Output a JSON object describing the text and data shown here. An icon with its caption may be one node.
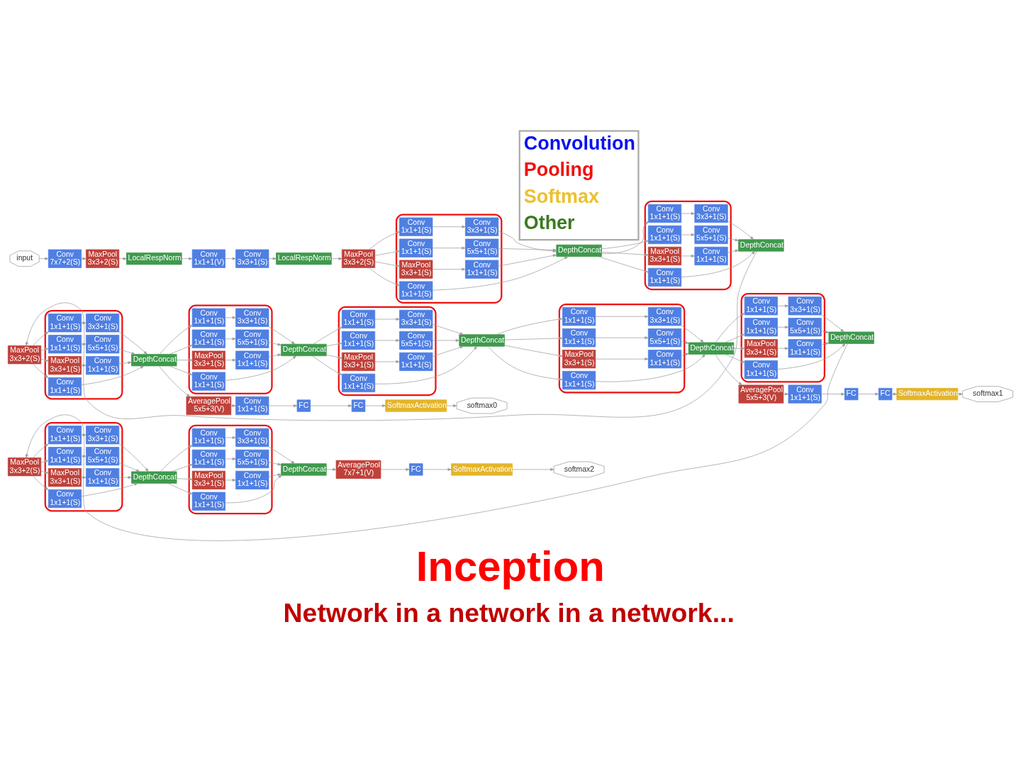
{
  "diagram": {
    "title": "Inception",
    "caption": "Network in a network in a network...",
    "nodes": [
      {
        "text": [
          "input"
        ]
      },
      {
        "text": [
          "Conv 7x7+2(S)"
        ]
      },
      {
        "text": [
          "MaxPool 3x3+2(S)"
        ]
      },
      {
        "text": [
          "LocalRespNorm"
        ]
      },
      {
        "text": [
          "Conv 1x1+1(V)"
        ]
      },
      {
        "text": [
          "Conv 3x3+1(S)"
        ]
      },
      {
        "text": [
          "LocalRespNorm"
        ]
      },
      {
        "text": [
          "MaxPool 3x3+2(S)"
        ]
      },
      {
        "text": [],
        "shape": "ellipse"
      },
      {
        "text": [
          "Conv 1x1+1(S)"
        ],
        "in": 8
      },
      {
        "text": [
          "Conv 1x1+1(S)"
        ],
        "in": 8
      },
      {
        "text": [
          "Conv 3x3+1(S)"
        ],
        "in": 8
      },
      {
        "text": [
          "Conv 1x1+1(S)"
        ],
        "in": 8
      },
      {
        "text": [
          "Conv 5x5+1(S)"
        ],
        "in": 8
      },
      {
        "text": [
          "MaxPool 3x3+1(S)"
        ],
        "in": 8
      },
      {
        "text": [
          "Conv 1x1+1(S)"
        ],
        "in": 8
      },
      {
        "text": [
          "DepthConcat"
        ]
      },
      {
        "text": [],
        "shape": "ellipse"
      },
      {
        "text": [
          "Conv 1x1+1(S)"
        ],
        "in": 17
      },
      {
        "text": [
          "Conv 1x1+1(S)"
        ],
        "in": 17
      },
      {
        "text": [
          "Conv 3x3+1(S)"
        ],
        "in": 17
      },
      {
        "text": [
          "Conv 1x1+1(S)"
        ],
        "in": 17
      },
      {
        "text": [
          "Conv 5x5+1(S)"
        ],
        "in": 17
      },
      {
        "text": [
          "MaxPool 3x3+1(S)"
        ],
        "in": 17
      },
      {
        "text": [
          "Conv 1x1+1(S)"
        ],
        "in": 17
      },
      {
        "text": [
          "DepthConcat"
        ]
      },
      {
        "text": [
          "MaxPool 3x3+2(S)"
        ]
      },
      {
        "text": [],
        "shape": "ellipse"
      },
      {
        "text": [
          "Conv 1x1+1(S)"
        ],
        "in": 27
      },
      {
        "text": [
          "Conv 1x1+1(S)"
        ],
        "in": 27
      },
      {
        "text": [
          "Conv 3x3+1(S)"
        ],
        "in": 27
      },
      {
        "text": [
          "Conv 1x1+1(S)"
        ],
        "in": 27
      },
      {
        "text": [
          "Conv 5x5+1(S)"
        ],
        "in": 27
      },
      {
        "text": [
          "MaxPool 3x3+1(S)"
        ],
        "in": 27
      },
      {
        "text": [
          "Conv 1x1+1(S)"
        ],
        "in": 27
      },
      {
        "text": [
          "DepthConcat"
        ]
      },
      {
        "text": [
          "AveragePool 5x5+3(V)"
        ]
      },
      {
        "text": [
          "Conv 1x1+1(S)"
        ]
      },
      {
        "text": [
          "FC"
        ]
      },
      {
        "text": [
          "FC"
        ]
      },
      {
        "text": [
          "SoftmaxActivation"
        ]
      },
      {
        "text": [
          "softmax0"
        ]
      },
      {
        "text": [],
        "shape": "ellipse"
      },
      {
        "text": [
          "Conv 1x1+1(S)"
        ],
        "in": 42
      },
      {
        "text": [
          "Conv 1x1+1(S)"
        ],
        "in": 42
      },
      {
        "text": [
          "Conv 3x3+1(S)"
        ],
        "in": 42
      },
      {
        "text": [
          "Conv 1x1+1(S)"
        ],
        "in": 42
      },
      {
        "text": [
          "Conv 5x5+1(S)"
        ],
        "in": 42
      },
      {
        "text": [
          "MaxPool 3x3+1(S)"
        ],
        "in": 42
      },
      {
        "text": [
          "Conv 1x1+1(S)"
        ],
        "in": 42
      },
      {
        "text": [
          "DepthConcat"
        ]
      },
      {
        "text": [],
        "shape": "ellipse"
      },
      {
        "text": [
          "Conv 1x1+1(S)"
        ],
        "in": 51
      },
      {
        "text": [
          "Conv 1x1+1(S)"
        ],
        "in": 51
      },
      {
        "text": [
          "Conv 3x3+1(S)"
        ],
        "in": 51
      },
      {
        "text": [
          "Conv 1x1+1(S)"
        ],
        "in": 51
      },
      {
        "text": [
          "Conv 5x5+1(S)"
        ],
        "in": 51
      },
      {
        "text": [
          "MaxPool 3x3+1(S)"
        ],
        "in": 51
      },
      {
        "text": [
          "Conv 1x1+1(S)"
        ],
        "in": 51
      },
      {
        "text": [
          "DepthConcat"
        ]
      },
      {
        "text": [],
        "shape": "ellipse"
      },
      {
        "text": [
          "Conv 1x1+1(S)"
        ],
        "in": 60
      },
      {
        "text": [
          "Conv 1x1+1(S)"
        ],
        "in": 60
      },
      {
        "text": [
          "Conv 3x3+1(S)"
        ],
        "in": 60
      },
      {
        "text": [
          "Conv 1x1+1(S)"
        ],
        "in": 60
      },
      {
        "text": [
          "Conv 5x5+1(S)"
        ],
        "in": 60
      },
      {
        "text": [
          "MaxPool 3x3+1(S)"
        ],
        "in": 60
      },
      {
        "text": [
          "Conv 1x1+1(S)"
        ],
        "in": 60
      },
      {
        "text": [
          "DepthConcat"
        ]
      },
      {
        "text": [
          "AveragePool 5x5+3(V)"
        ]
      },
      {
        "text": [
          "Conv 1x1+1(S)"
        ]
      },
      {
        "text": [
          "FC"
        ]
      },
      {
        "text": [
          "FC"
        ]
      },
      {
        "text": [
          "SoftmaxActivation"
        ]
      },
      {
        "text": [
          "softmax1"
        ]
      },
      {
        "text": [],
        "shape": "ellipse"
      },
      {
        "text": [
          "Conv 1x1+1(S)"
        ],
        "in": 75
      },
      {
        "text": [
          "Conv 1x1+1(S)"
        ],
        "in": 75
      },
      {
        "text": [
          "Conv 3x3+1(S)"
        ],
        "in": 75
      },
      {
        "text": [
          "Conv 1x1+1(S)"
        ],
        "in": 75
      },
      {
        "text": [
          "Conv 5x5+1(S)"
        ],
        "in": 75
      },
      {
        "text": [
          "MaxPool 3x3+1(S)"
        ],
        "in": 75
      },
      {
        "text": [
          "Conv 1x1+1(S)"
        ],
        "in": 75
      },
      {
        "text": [
          "DepthConcat"
        ]
      },
      {
        "text": [
          "MaxPool 3x3+2(S)"
        ]
      },
      {
        "text": [],
        "shape": "ellipse"
      },
      {
        "text": [
          "Conv 1x1+1(S)"
        ],
        "in": 85
      },
      {
        "text": [
          "Conv 1x1+1(S)"
        ],
        "in": 85
      },
      {
        "text": [
          "Conv 3x3+1(S)"
        ],
        "in": 85
      },
      {
        "text": [
          "Conv 1x1+1(S)"
        ],
        "in": 85
      },
      {
        "text": [
          "Conv 5x5+1(S)"
        ],
        "in": 85
      },
      {
        "text": [
          "MaxPool 3x3+1(S)"
        ],
        "in": 85
      },
      {
        "text": [
          "Conv 1x1+1(S)"
        ],
        "in": 85
      },
      {
        "text": [
          "DepthConcat"
        ]
      },
      {
        "text": [],
        "shape": "ellipse"
      },
      {
        "text": [
          "Conv 1x1+1(S)"
        ],
        "in": 94
      },
      {
        "text": [
          "Conv 1x1+1(S)"
        ],
        "in": 94
      },
      {
        "text": [
          "Conv 3x3+1(S)"
        ],
        "in": 94
      },
      {
        "text": [
          "Conv 1x1+1(S)"
        ],
        "in": 94
      },
      {
        "text": [
          "Conv 5x5+1(S)"
        ],
        "in": 94
      },
      {
        "text": [
          "MaxPool 3x3+1(S)"
        ],
        "in": 94
      },
      {
        "text": [
          "Conv 1x1+1(S)"
        ],
        "in": 94
      },
      {
        "text": [
          "DepthConcat"
        ]
      },
      {
        "text": [
          "AveragePool 7x7+1(V)"
        ]
      },
      {
        "text": [
          "FC"
        ]
      },
      {
        "text": [
          "SoftmaxActivation"
        ]
      },
      {
        "text": [
          "softmax2"
        ]
      }
    ],
    "edges": [
      {
        "from": 0,
        "to": 1,
        "arrow": "to"
      },
      {
        "from": 1,
        "to": 2,
        "arrow": "to"
      },
      {
        "from": 2,
        "to": 3,
        "arrow": "to"
      },
      {
        "from": 3,
        "to": 4,
        "arrow": "to"
      },
      {
        "from": 4,
        "to": 5,
        "arrow": "to"
      },
      {
        "from": 5,
        "to": 6,
        "arrow": "to"
      },
      {
        "from": 6,
        "to": 7,
        "arrow": "to"
      },
      {
        "from": 7,
        "to": 9,
        "arrow": "to"
      },
      {
        "from": 7,
        "to": 10,
        "arrow": "to"
      },
      {
        "from": 7,
        "to": 12,
        "arrow": "to"
      },
      {
        "from": 7,
        "to": 14,
        "arrow": "to"
      },
      {
        "from": 10,
        "to": 11,
        "arrow": "to"
      },
      {
        "from": 12,
        "to": 13,
        "arrow": "to"
      },
      {
        "from": 14,
        "to": 15,
        "arrow": "to"
      },
      {
        "from": 9,
        "to": 16,
        "arrow": "to"
      },
      {
        "from": 11,
        "to": 16,
        "arrow": "to"
      },
      {
        "from": 13,
        "to": 16,
        "arrow": "to"
      },
      {
        "from": 15,
        "to": 16,
        "arrow": "to"
      },
      {
        "from": 16,
        "to": 18,
        "arrow": "to"
      },
      {
        "from": 16,
        "to": 19,
        "arrow": "to"
      },
      {
        "from": 16,
        "to": 21,
        "arrow": "to"
      },
      {
        "from": 16,
        "to": 23,
        "arrow": "to"
      },
      {
        "from": 19,
        "to": 20,
        "arrow": "to"
      },
      {
        "from": 21,
        "to": 22,
        "arrow": "to"
      },
      {
        "from": 23,
        "to": 24,
        "arrow": "to"
      },
      {
        "from": 18,
        "to": 25,
        "arrow": "to"
      },
      {
        "from": 20,
        "to": 25,
        "arrow": "to"
      },
      {
        "from": 22,
        "to": 25,
        "arrow": "to"
      },
      {
        "from": 24,
        "to": 25,
        "arrow": "to"
      },
      {
        "from": 25,
        "to": 26,
        "arrow": "to"
      },
      {
        "from": 26,
        "to": 28,
        "arrow": "to"
      },
      {
        "from": 26,
        "to": 29,
        "arrow": "to"
      },
      {
        "from": 26,
        "to": 31,
        "arrow": "to"
      },
      {
        "from": 26,
        "to": 33,
        "arrow": "to"
      },
      {
        "from": 29,
        "to": 30,
        "arrow": "to"
      },
      {
        "from": 31,
        "to": 32,
        "arrow": "to"
      },
      {
        "from": 33,
        "to": 34,
        "arrow": "to"
      },
      {
        "from": 28,
        "to": 35,
        "arrow": "to"
      },
      {
        "from": 30,
        "to": 35,
        "arrow": "to"
      },
      {
        "from": 32,
        "to": 35,
        "arrow": "to"
      },
      {
        "from": 34,
        "to": 35,
        "arrow": "to"
      },
      {
        "from": 35,
        "to": 36,
        "arrow": "to"
      },
      {
        "from": 36,
        "to": 37,
        "arrow": "to"
      },
      {
        "from": 37,
        "to": 38,
        "arrow": "to"
      },
      {
        "from": 38,
        "to": 39,
        "arrow": "to"
      },
      {
        "from": 39,
        "to": 40,
        "arrow": "to"
      },
      {
        "from": 40,
        "to": 41,
        "arrow": "to"
      },
      {
        "from": 35,
        "to": 43,
        "arrow": "to"
      },
      {
        "from": 35,
        "to": 44,
        "arrow": "to"
      },
      {
        "from": 35,
        "to": 46,
        "arrow": "to"
      },
      {
        "from": 35,
        "to": 48,
        "arrow": "to"
      },
      {
        "from": 44,
        "to": 45,
        "arrow": "to"
      },
      {
        "from": 46,
        "to": 47,
        "arrow": "to"
      },
      {
        "from": 48,
        "to": 49,
        "arrow": "to"
      },
      {
        "from": 43,
        "to": 50,
        "arrow": "to"
      },
      {
        "from": 45,
        "to": 50,
        "arrow": "to"
      },
      {
        "from": 47,
        "to": 50,
        "arrow": "to"
      },
      {
        "from": 49,
        "to": 50,
        "arrow": "to"
      },
      {
        "from": 50,
        "to": 52,
        "arrow": "to"
      },
      {
        "from": 50,
        "to": 53,
        "arrow": "to"
      },
      {
        "from": 50,
        "to": 55,
        "arrow": "to"
      },
      {
        "from": 50,
        "to": 57,
        "arrow": "to"
      },
      {
        "from": 53,
        "to": 54,
        "arrow": "to"
      },
      {
        "from": 55,
        "to": 56,
        "arrow": "to"
      },
      {
        "from": 57,
        "to": 58,
        "arrow": "to"
      },
      {
        "from": 52,
        "to": 59,
        "arrow": "to"
      },
      {
        "from": 54,
        "to": 59,
        "arrow": "to"
      },
      {
        "from": 56,
        "to": 59,
        "arrow": "to"
      },
      {
        "from": 58,
        "to": 59,
        "arrow": "to"
      },
      {
        "from": 59,
        "to": 61,
        "arrow": "to"
      },
      {
        "from": 59,
        "to": 62,
        "arrow": "to"
      },
      {
        "from": 59,
        "to": 64,
        "arrow": "to"
      },
      {
        "from": 59,
        "to": 66,
        "arrow": "to"
      },
      {
        "from": 62,
        "to": 63,
        "arrow": "to"
      },
      {
        "from": 64,
        "to": 65,
        "arrow": "to"
      },
      {
        "from": 66,
        "to": 67,
        "arrow": "to"
      },
      {
        "from": 61,
        "to": 68,
        "arrow": "to"
      },
      {
        "from": 63,
        "to": 68,
        "arrow": "to"
      },
      {
        "from": 65,
        "to": 68,
        "arrow": "to"
      },
      {
        "from": 67,
        "to": 68,
        "arrow": "to"
      },
      {
        "from": 68,
        "to": 69,
        "arrow": "to"
      },
      {
        "from": 69,
        "to": 70,
        "arrow": "to"
      },
      {
        "from": 70,
        "to": 71,
        "arrow": "to"
      },
      {
        "from": 71,
        "to": 72,
        "arrow": "to"
      },
      {
        "from": 72,
        "to": 73,
        "arrow": "to"
      },
      {
        "from": 73,
        "to": 74,
        "arrow": "to"
      },
      {
        "from": 68,
        "to": 76,
        "arrow": "to"
      },
      {
        "from": 68,
        "to": 77,
        "arrow": "to"
      },
      {
        "from": 68,
        "to": 79,
        "arrow": "to"
      },
      {
        "from": 68,
        "to": 81,
        "arrow": "to"
      },
      {
        "from": 77,
        "to": 78,
        "arrow": "to"
      },
      {
        "from": 79,
        "to": 80,
        "arrow": "to"
      },
      {
        "from": 81,
        "to": 82,
        "arrow": "to"
      },
      {
        "from": 76,
        "to": 83,
        "arrow": "to"
      },
      {
        "from": 78,
        "to": 83,
        "arrow": "to"
      },
      {
        "from": 80,
        "to": 83,
        "arrow": "to"
      },
      {
        "from": 82,
        "to": 83,
        "arrow": "to"
      },
      {
        "from": 83,
        "to": 84,
        "arrow": "to"
      },
      {
        "from": 84,
        "to": 86,
        "arrow": "to"
      },
      {
        "from": 84,
        "to": 87,
        "arrow": "to"
      },
      {
        "from": 84,
        "to": 89,
        "arrow": "to"
      },
      {
        "from": 84,
        "to": 91,
        "arrow": "to"
      },
      {
        "from": 87,
        "to": 88,
        "arrow": "to"
      },
      {
        "from": 89,
        "to": 90,
        "arrow": "to"
      },
      {
        "from": 91,
        "to": 92,
        "arrow": "to"
      },
      {
        "from": 86,
        "to": 93,
        "arrow": "to"
      },
      {
        "from": 88,
        "to": 93,
        "arrow": "to"
      },
      {
        "from": 90,
        "to": 93,
        "arrow": "to"
      },
      {
        "from": 92,
        "to": 93,
        "arrow": "to"
      },
      {
        "from": 93,
        "to": 95,
        "arrow": "to"
      },
      {
        "from": 93,
        "to": 96,
        "arrow": "to"
      },
      {
        "from": 93,
        "to": 98,
        "arrow": "to"
      },
      {
        "from": 93,
        "to": 100,
        "arrow": "to"
      },
      {
        "from": 96,
        "to": 97,
        "arrow": "to"
      },
      {
        "from": 98,
        "to": 99,
        "arrow": "to"
      },
      {
        "from": 100,
        "to": 101,
        "arrow": "to"
      },
      {
        "from": 95,
        "to": 102,
        "arrow": "to"
      },
      {
        "from": 97,
        "to": 102,
        "arrow": "to"
      },
      {
        "from": 99,
        "to": 102,
        "arrow": "to"
      },
      {
        "from": 101,
        "to": 102,
        "arrow": "to"
      },
      {
        "from": 102,
        "to": 103,
        "arrow": "to"
      },
      {
        "from": 103,
        "to": 104,
        "arrow": "to"
      },
      {
        "from": 104,
        "to": 105,
        "arrow": "to"
      },
      {
        "from": 105,
        "to": 106,
        "arrow": "to"
      }
    ],
    "legend": [
      {
        "text": "Convolution",
        "color": "#0a10f0"
      },
      {
        "text": "Pooling",
        "color": "#f01010"
      },
      {
        "text": "Softmax",
        "color": "#ecc030"
      },
      {
        "text": "Other",
        "color": "#3a7a1e"
      }
    ]
  }
}
